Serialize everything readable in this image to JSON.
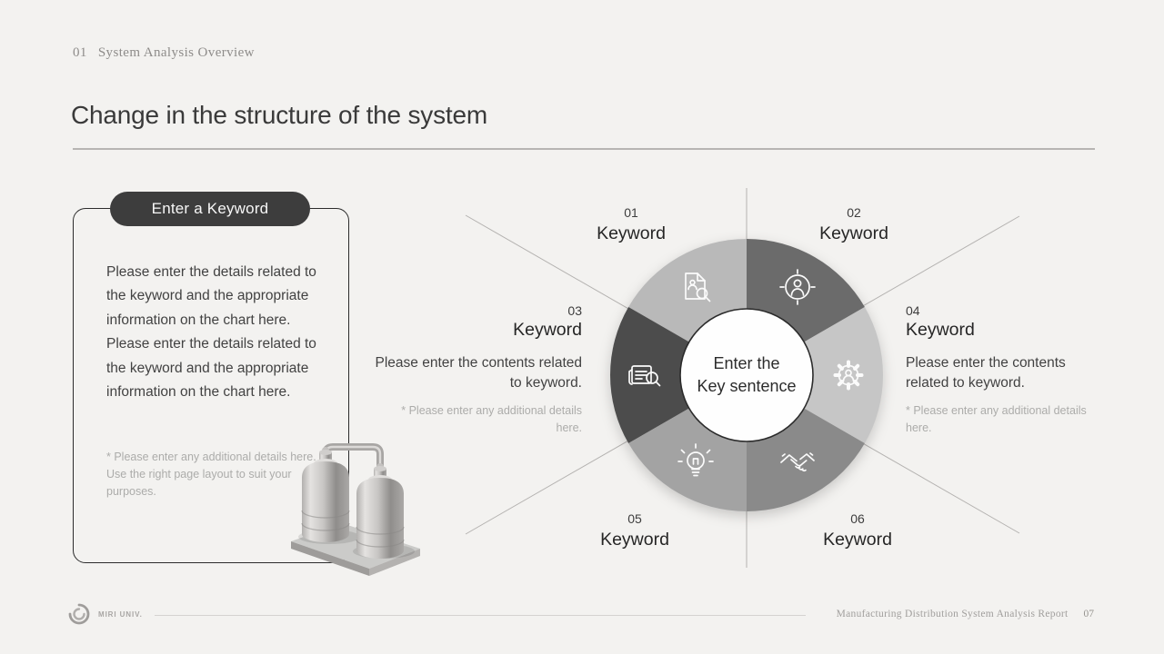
{
  "slide": {
    "background": "#f3f2f0",
    "header": {
      "number": "01",
      "title": "System Analysis Overview"
    },
    "title": "Change in the structure of the system"
  },
  "keyword_card": {
    "badge_label": "Enter a Keyword",
    "badge_bg": "#3d3d3d",
    "body": "Please enter the details related to the keyword and the appropriate information on the chart here. Please enter the details related to the keyword and the appropriate information on the chart here.",
    "footnote": "* Please enter any additional details here. Use the right page layout to suit your purposes.",
    "illustration": "metal-tanks-3d-illustration"
  },
  "diagram": {
    "center": {
      "line1": "Enter the",
      "line2": "Key sentence"
    },
    "line_color": "#b4b2b0",
    "segments": [
      {
        "id": "01",
        "label": "Keyword",
        "color": "#b9b9b9",
        "icon": "document-search-icon"
      },
      {
        "id": "02",
        "label": "Keyword",
        "color": "#6b6b6b",
        "icon": "user-target-icon"
      },
      {
        "id": "03",
        "label": "Keyword",
        "color": "#4c4c4c",
        "icon": "news-search-icon",
        "body": "Please enter the contents related to keyword.",
        "footnote": "* Please enter any additional details here."
      },
      {
        "id": "04",
        "label": "Keyword",
        "color": "#c6c6c6",
        "icon": "gear-user-icon",
        "body": "Please enter the contents related to keyword.",
        "footnote": "* Please enter any additional details here."
      },
      {
        "id": "05",
        "label": "Keyword",
        "color": "#a3a3a3",
        "icon": "lightbulb-icon"
      },
      {
        "id": "06",
        "label": "Keyword",
        "color": "#8a8a8a",
        "icon": "handshake-icon"
      }
    ]
  },
  "footer": {
    "logo_text": "MIRI UNIV.",
    "report_title": "Manufacturing Distribution System Analysis Report",
    "page_number": "07"
  }
}
